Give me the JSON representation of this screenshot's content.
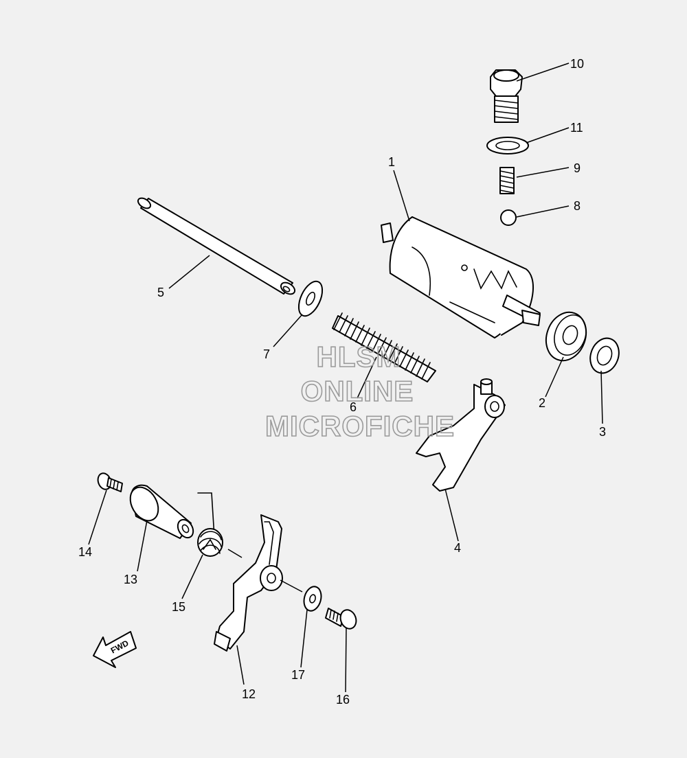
{
  "callouts": [
    "1",
    "2",
    "3",
    "4",
    "5",
    "6",
    "7",
    "8",
    "9",
    "10",
    "11",
    "12",
    "13",
    "14",
    "15",
    "16",
    "17"
  ],
  "watermark": {
    "line1": "HLSM",
    "line2": "ONLINE",
    "line3": "MICROFICHE"
  },
  "direction_label": "FWD"
}
